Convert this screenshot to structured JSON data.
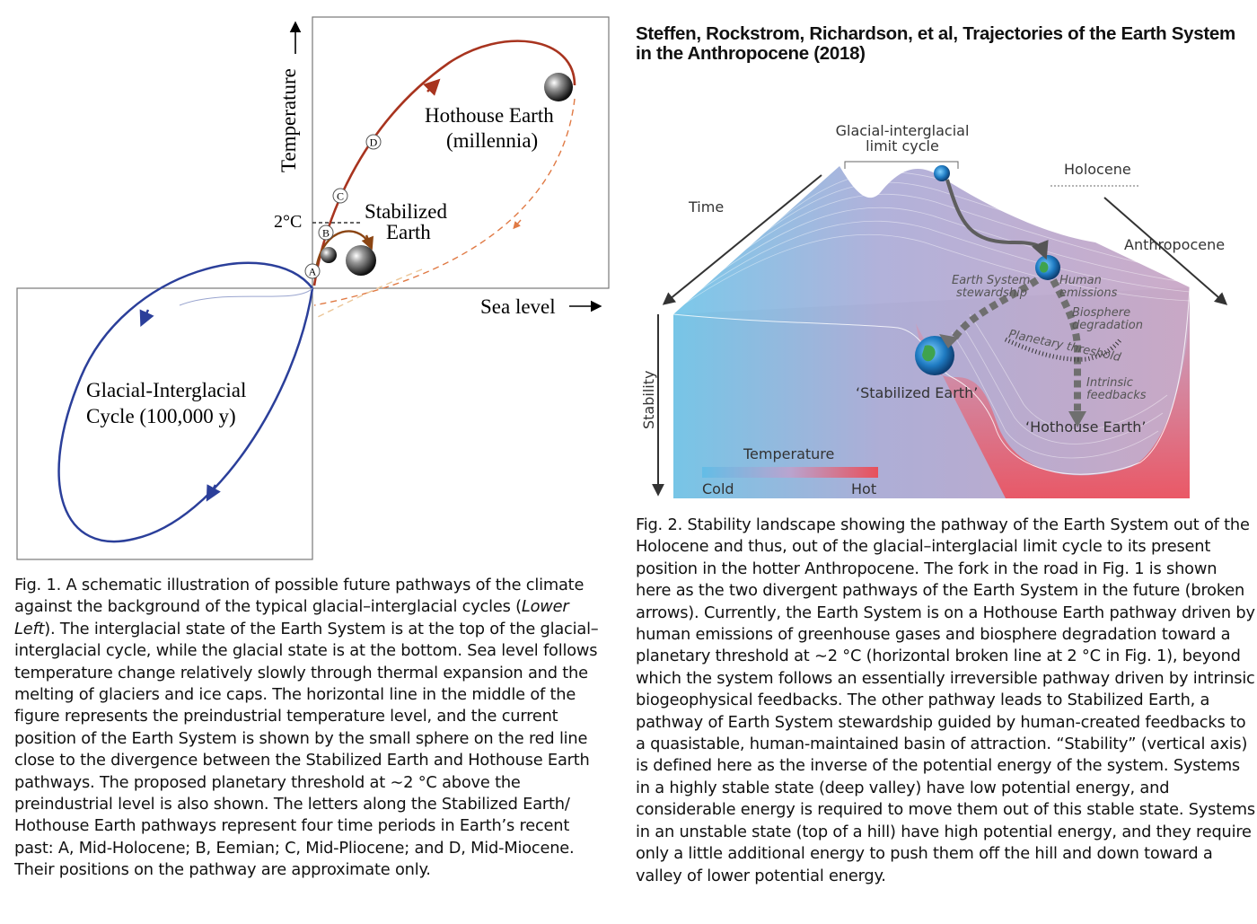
{
  "header": {
    "line1": "Steffen, Rockstrom, Richardson, et al, Trajectories of the Earth System",
    "line2": "in the Anthropocene (2018)"
  },
  "fig1": {
    "axis_y": "Temperature",
    "axis_x": "Sea level",
    "threshold": "2°C",
    "stabilized": [
      "Stabilized",
      "Earth"
    ],
    "hothouse": [
      "Hothouse Earth",
      "(millennia)"
    ],
    "glacial": [
      "Glacial-Interglacial",
      "Cycle (100,000 y)"
    ],
    "letters": [
      "A",
      "B",
      "C",
      "D"
    ],
    "caption_label": "Fig. 1.",
    "caption_pre": " A schematic illustration of possible future pathways of the climate against the background of the typical glacial–interglacial cycles (",
    "caption_italic": "Lower Left",
    "caption_post": "). The interglacial state of the Earth System is at the top of the glacial–interglacial cycle, while the glacial state is at the bottom. Sea level follows temperature change relatively slowly through thermal expansion and the melting of glaciers and ice caps. The horizontal line in the middle of the figure represents the preindustrial temperature level, and the current position of the Earth System is shown by the small sphere on the red line close to the divergence between the Stabilized Earth and Hothouse Earth pathways. The proposed planetary threshold at ∼2 °C above the preindustrial level is also shown. The letters along the Stabilized Earth/ Hothouse Earth pathways represent four time periods in Earth’s recent past: A, Mid-Holocene; B, Eemian; C, Mid-Pliocene; and D, Mid-Miocene. Their positions on the pathway are approximate only."
  },
  "fig2": {
    "limit_cycle": [
      "Glacial-interglacial",
      "limit cycle"
    ],
    "holocene": "Holocene",
    "time": "Time",
    "anthropocene": "Anthropocene",
    "stewardship": [
      "Earth System",
      "stewardship"
    ],
    "human_emissions": [
      "Human",
      "emissions"
    ],
    "biosphere": [
      "Biosphere",
      "degradation"
    ],
    "planetary_threshold": "Planetary threshold",
    "intrinsic": [
      "Intrinsic",
      "feedbacks"
    ],
    "stabilized": "‘Stabilized Earth’",
    "hothouse": "‘Hothouse Earth’",
    "stability": "Stability",
    "temperature": "Temperature",
    "cold": "Cold",
    "hot": "Hot",
    "caption_label": "Fig. 2.",
    "caption_text": " Stability landscape showing the pathway of the Earth System out of the Holocene and thus, out of the glacial–interglacial limit cycle to its present position in the hotter Anthropocene. The fork in the road in Fig. 1 is shown here as the two divergent pathways of the Earth System in the future (broken arrows). Currently, the Earth System is on a Hothouse Earth pathway driven by human emissions of greenhouse gases and biosphere degradation toward a planetary threshold at ∼2 °C (horizontal broken line at 2 °C in Fig. 1), beyond which the system follows an essentially irreversible pathway driven by intrinsic biogeophysical feedbacks. The other pathway leads to Stabilized Earth, a pathway of Earth System stewardship guided by human-created feedbacks to a quasistable, human-maintained basin of attraction. “Stability” (vertical axis) is defined here as the inverse of the potential energy of the system. Systems in a highly stable state (deep valley) have low potential energy, and considerable energy is required to move them out of this stable state. Systems in an unstable state (top of a hill) have high potential energy, and they require only a little additional energy to push them off the hill and down toward a valley of lower potential energy."
  },
  "colors": {
    "blue_loop": "#2b3f9a",
    "red_path": "#a8341f",
    "brown_path": "#8b4513",
    "cold": "#63bde6",
    "hot": "#e8505b"
  }
}
